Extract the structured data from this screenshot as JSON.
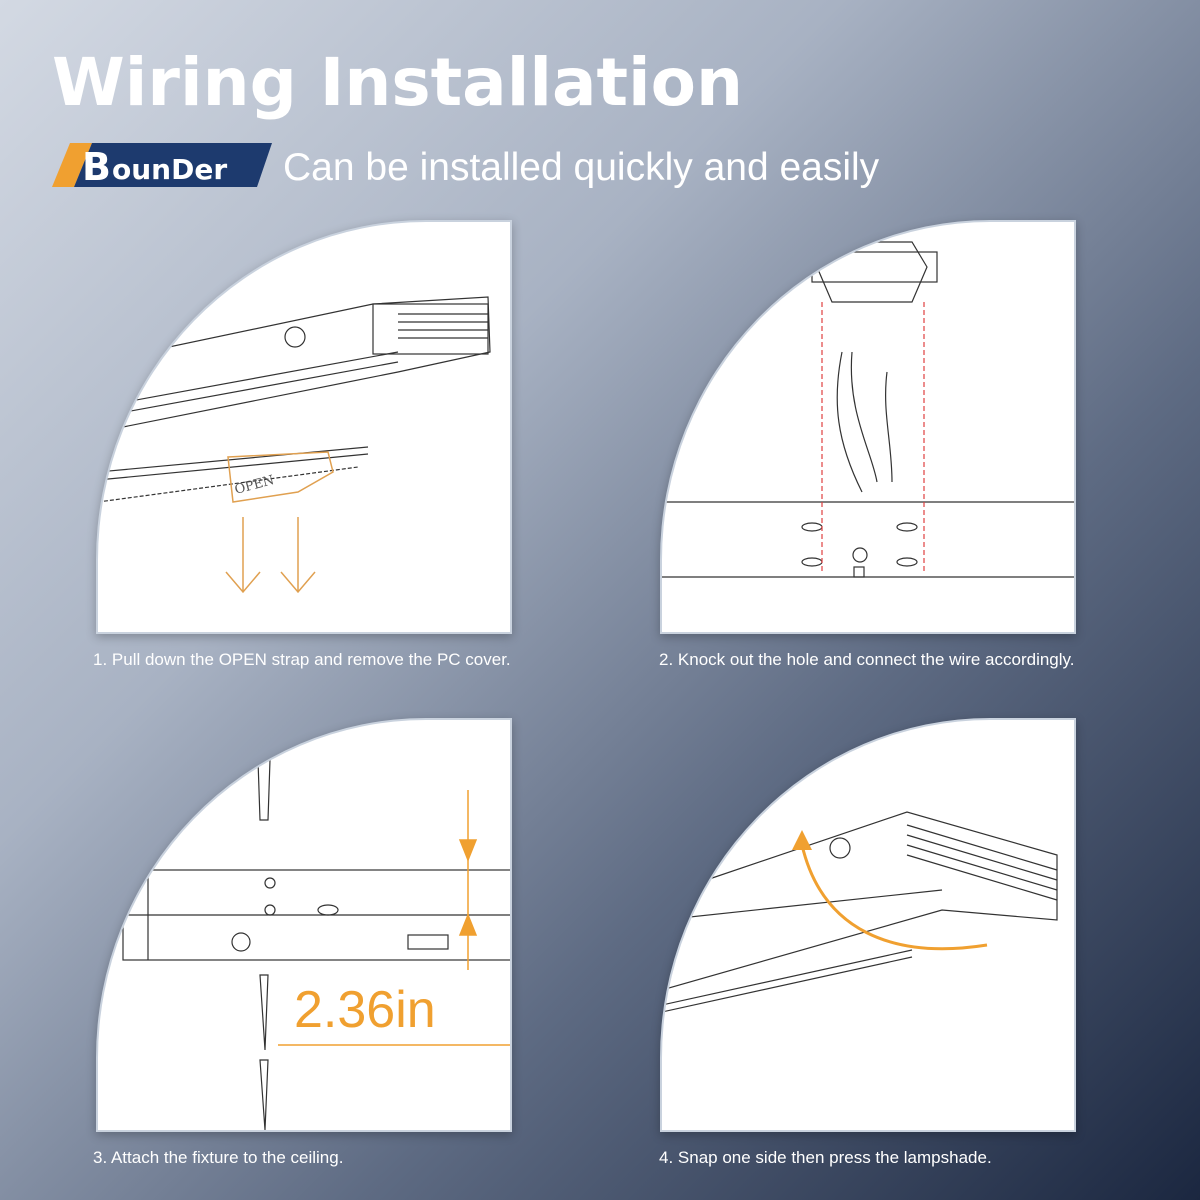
{
  "header": {
    "title": "Wiring Installation",
    "brand": "Bounder",
    "tagline": "Can be installed quickly and easily"
  },
  "steps": [
    {
      "caption": "1. Pull down the OPEN strap and remove the PC cover.",
      "label": "OPEN"
    },
    {
      "caption": "2. Knock out the hole and connect the wire accordingly."
    },
    {
      "caption": "3. Attach the fixture to the ceiling.",
      "dimension": "2.36in"
    },
    {
      "caption": "4. Snap one side then press the lampshade."
    }
  ],
  "colors": {
    "accent": "#f0a030",
    "brand_blue": "#1d3a6e"
  }
}
